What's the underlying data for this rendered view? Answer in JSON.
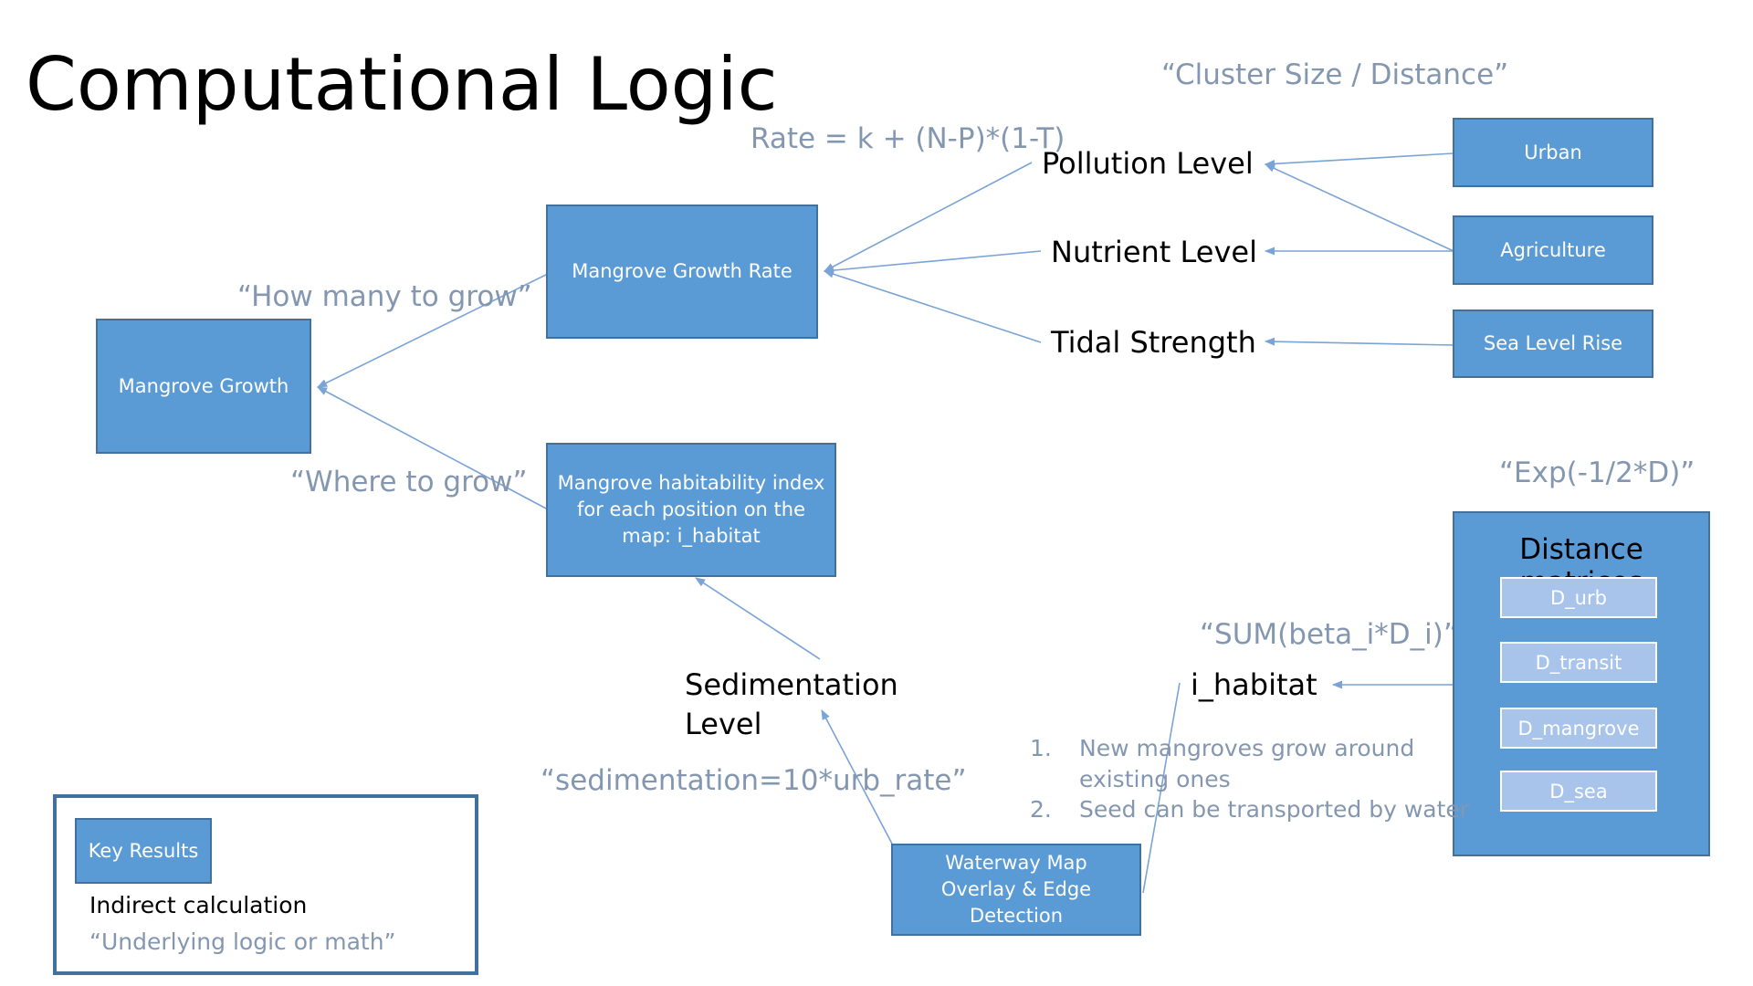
{
  "slide": {
    "title": "Computational Logic",
    "accent": "#5b9bd5",
    "border": "#41719c",
    "note_color": "#8497b0",
    "line_color": "#7aa3d6"
  },
  "boxes": {
    "mangrove_growth": "Mangrove Growth",
    "growth_rate": "Mangrove Growth Rate",
    "habitability": "Mangrove habitability index for each position on the map: i_habitat",
    "urban": "Urban",
    "agriculture": "Agriculture",
    "sea_level_rise": "Sea Level Rise",
    "waterway": "Waterway Map Overlay & Edge Detection",
    "key_results": "Key Results"
  },
  "labels": {
    "pollution": "Pollution Level",
    "nutrient": "Nutrient Level",
    "tidal": "Tidal Strength",
    "sedimentation_line1": "Sedimentation",
    "sedimentation_line2": "Level",
    "i_habitat": "i_habitat"
  },
  "notes": {
    "cluster": "“Cluster Size / Distance”",
    "rate": "Rate = k + (N-P)*(1-T)",
    "how_many": "“How many to grow”",
    "where": "“Where to grow”",
    "exp": "“Exp(-1/2*D)”",
    "sum": "“SUM(beta_i*D_i)”",
    "sedimentation": "“sedimentation=10*urb_rate”"
  },
  "distance_matrices": {
    "title": "Distance matrices",
    "items": [
      "D_urb",
      "D_transit",
      "D_mangrove",
      "D_sea"
    ]
  },
  "list": [
    {
      "num": "1.",
      "line1": "New mangroves grow around",
      "line2": "existing ones"
    },
    {
      "num": "2.",
      "line1": "Seed can be transported by water",
      "line2": ""
    }
  ],
  "legend": {
    "key": "Key Results",
    "indirect": "Indirect calculation",
    "underlying": "“Underlying logic or math”"
  }
}
